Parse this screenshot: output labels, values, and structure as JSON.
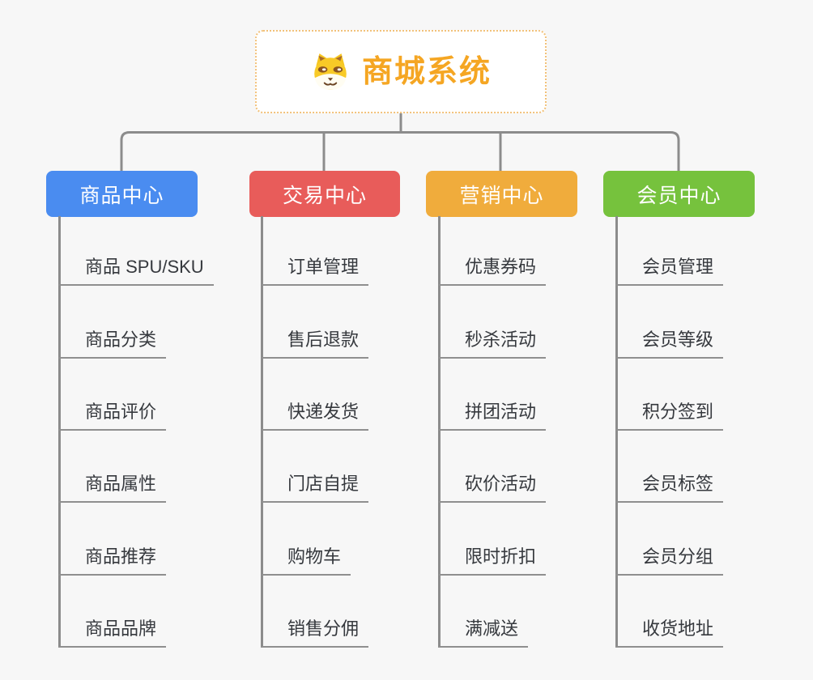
{
  "page": {
    "background": "#f7f7f7",
    "line_color": "#8c8c8c"
  },
  "root": {
    "title": "商城系统",
    "icon": "dog-face-icon",
    "text_color": "#f5a623",
    "border_color": "#f2c179"
  },
  "branches": [
    {
      "label": "商品中心",
      "color": "#4a8cf0",
      "items": [
        "商品 SPU/SKU",
        "商品分类",
        "商品评价",
        "商品属性",
        "商品推荐",
        "商品品牌"
      ]
    },
    {
      "label": "交易中心",
      "color": "#e85c5a",
      "items": [
        "订单管理",
        "售后退款",
        "快递发货",
        "门店自提",
        "购物车",
        "销售分佣"
      ]
    },
    {
      "label": "营销中心",
      "color": "#f0ac3c",
      "items": [
        "优惠券码",
        "秒杀活动",
        "拼团活动",
        "砍价活动",
        "限时折扣",
        "满减送"
      ]
    },
    {
      "label": "会员中心",
      "color": "#76c23d",
      "items": [
        "会员管理",
        "会员等级",
        "积分签到",
        "会员标签",
        "会员分组",
        "收货地址"
      ]
    }
  ]
}
